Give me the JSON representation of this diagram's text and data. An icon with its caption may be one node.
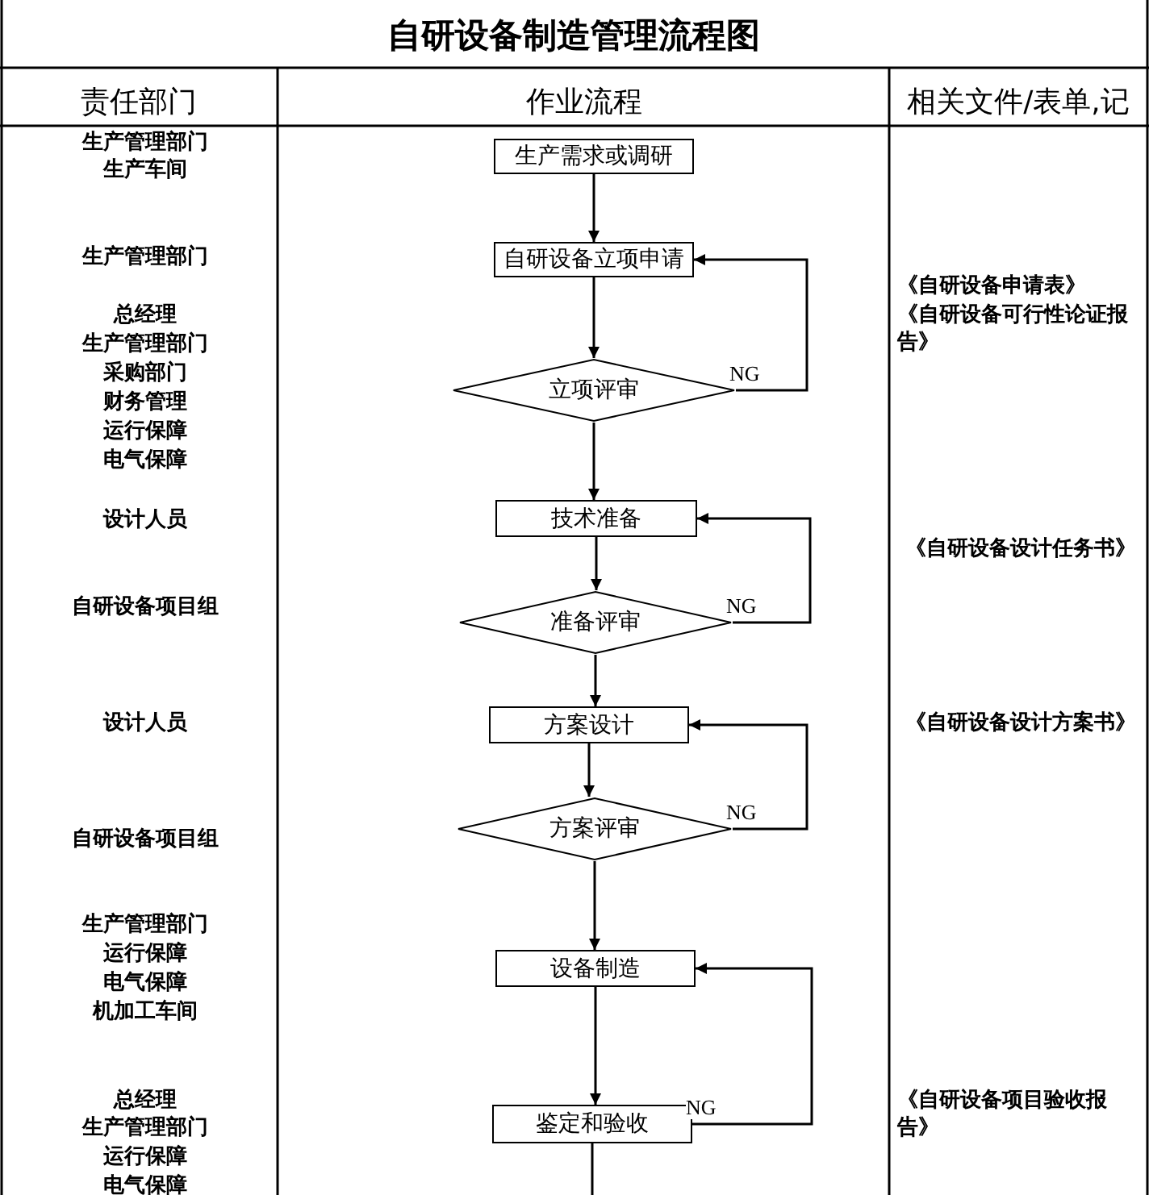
{
  "diagram": {
    "title": "自研设备制造管理流程图",
    "nodes": [
      {
        "text": [
          "生产需求或调研"
        ]
      },
      {
        "text": [
          "自研设备立项申请"
        ]
      },
      {
        "text": [
          "立项评审"
        ]
      },
      {
        "text": [
          "技术准备"
        ]
      },
      {
        "text": [
          "准备评审"
        ]
      },
      {
        "text": [
          "方案设计"
        ]
      },
      {
        "text": [
          "方案评审"
        ]
      },
      {
        "text": [
          "设备制造"
        ]
      },
      {
        "text": [
          "鉴定和验收"
        ]
      }
    ],
    "edges": [
      {
        "from": 0,
        "to": 1,
        "arrow": "to"
      },
      {
        "from": 1,
        "to": 2,
        "arrow": "to"
      },
      {
        "from": 2,
        "to": 3,
        "arrow": "to"
      },
      {
        "from": 3,
        "to": 4,
        "arrow": "to"
      },
      {
        "from": 4,
        "to": 5,
        "arrow": "to"
      },
      {
        "from": 5,
        "to": 6,
        "arrow": "to"
      },
      {
        "from": 6,
        "to": 7,
        "arrow": "to"
      },
      {
        "from": 7,
        "to": 8,
        "arrow": "to"
      },
      {
        "from": 8,
        "to": null,
        "arrow": "none"
      },
      {
        "from": 2,
        "to": 1,
        "arrow": "to",
        "label": "NG"
      },
      {
        "from": 4,
        "to": 3,
        "arrow": "to",
        "label": "NG"
      },
      {
        "from": 6,
        "to": 5,
        "arrow": "to",
        "label": "NG"
      },
      {
        "from": 8,
        "to": 7,
        "arrow": "to",
        "label": "NG"
      }
    ],
    "labels": [
      "责任部门",
      "作业流程",
      "相关文件/表单,记",
      "生产管理部门",
      "生产车间",
      "生产管理部门",
      "总经理",
      "生产管理部门",
      "采购部门",
      "财务管理",
      "运行保障",
      "电气保障",
      "设计人员",
      "自研设备项目组",
      "设计人员",
      "自研设备项目组",
      "生产管理部门",
      "运行保障",
      "电气保障",
      "机加工车间",
      "总经理",
      "生产管理部门",
      "运行保障",
      "电气保障",
      "《自研设备申请表》",
      "《自研设备可行性论证报告》",
      "《自研设备设计任务书》",
      "《自研设备设计方案书》",
      "《自研设备项目验收报告》"
    ]
  }
}
